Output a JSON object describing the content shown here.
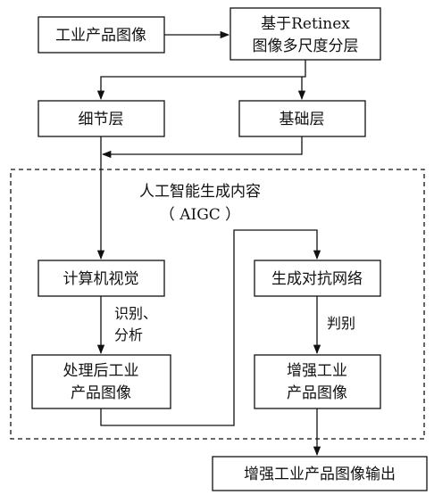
{
  "nodes": {
    "input_image": "工业产品图像",
    "retinex_line1": "基于Retinex",
    "retinex_line2": "图像多尺度分层",
    "detail_layer": "细节层",
    "base_layer": "基础层",
    "computer_vision": "计算机视觉",
    "processed_line1": "处理后工业",
    "processed_line2": "产品图像",
    "gan": "生成对抗网络",
    "enhanced_line1": "增强工业",
    "enhanced_line2": "产品图像",
    "output": "增强工业产品图像输出"
  },
  "region": {
    "title": "人工智能生成内容",
    "subtitle": "（ AIGC ）"
  },
  "edges": {
    "recognize_label_line1": "识别、",
    "recognize_label_line2": "分析",
    "discriminate_label": "判别"
  }
}
